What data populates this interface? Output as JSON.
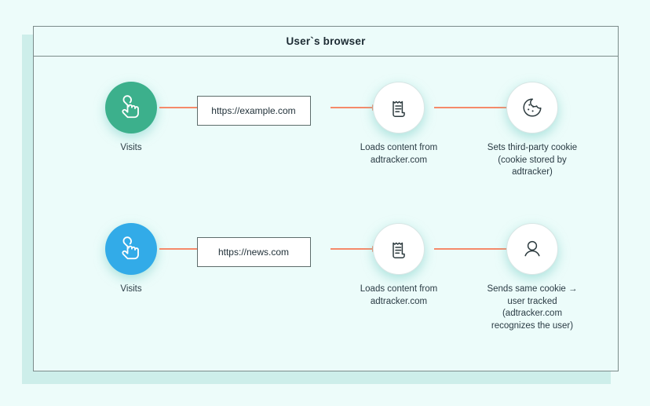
{
  "panel": {
    "title": "User`s browser"
  },
  "colors": {
    "page_background": "#edfcfa",
    "panel_background": "#ecfcfa",
    "panel_border": "#7b8b8a",
    "panel_shadow": "#cdeeea",
    "arrow": "#f58a6a",
    "visits_green": "#3cb08c",
    "visits_blue": "#32abe8",
    "text": "#2a3b44"
  },
  "rows": [
    {
      "id": "row-example",
      "visits": {
        "icon": "tap-hand-icon",
        "label": "Visits",
        "circle_color": "#3cb08c"
      },
      "url": {
        "value": "https://example.com"
      },
      "loads": {
        "icon": "document-icon",
        "caption": "Loads content from\nadtracker.com"
      },
      "outcome": {
        "icon": "cookie-icon",
        "caption": "Sets third-party cookie\n(cookie stored by\nadtracker)"
      }
    },
    {
      "id": "row-news",
      "visits": {
        "icon": "tap-hand-icon",
        "label": "Visits",
        "circle_color": "#32abe8"
      },
      "url": {
        "value": "https://news.com"
      },
      "loads": {
        "icon": "document-icon",
        "caption": "Loads content from\nadtracker.com"
      },
      "outcome": {
        "icon": "user-icon",
        "caption": "Sends same cookie →\nuser tracked\n(adtracker.com\nrecognizes the user)"
      }
    }
  ]
}
